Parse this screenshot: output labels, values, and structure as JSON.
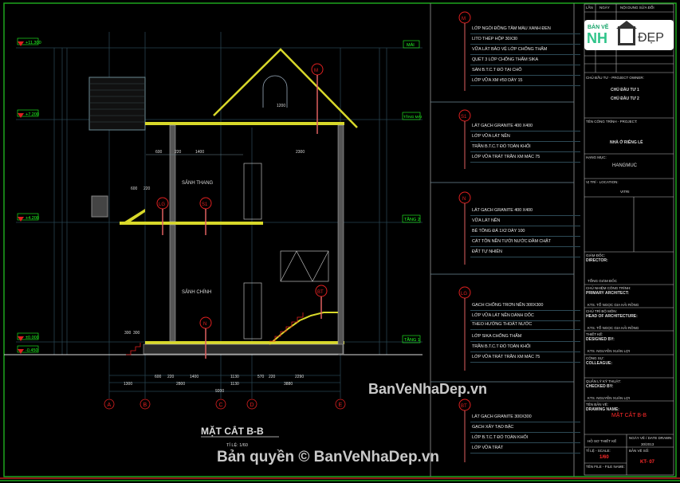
{
  "drawing": {
    "title": "MẶT CẮT B-B",
    "scale": "TỈ LỆ: 1/60",
    "levels_left": [
      "+11.300",
      "+7.200",
      "+4.200",
      "±0.000",
      "-0.450"
    ],
    "levels_right": [
      "MÁI",
      "TẦNG MÁI",
      "TẦNG 2",
      "TẦNG 1"
    ],
    "rooms": [
      "SẢNH THANG",
      "SẢNH CHÍNH"
    ],
    "axes": [
      "A",
      "B",
      "C",
      "D",
      "E"
    ],
    "callouts": [
      "M",
      "S1",
      "LG",
      "N",
      "BT"
    ],
    "dims_row1": [
      "600",
      "220",
      "1400",
      "1130",
      "570",
      "220",
      "2290"
    ],
    "dims_row2": [
      "1300",
      "2800",
      "1130",
      "3880"
    ],
    "dims_total": "9200",
    "dims_upper": [
      "600",
      "220",
      "1400",
      "2300"
    ],
    "dims_roof": [
      "1200"
    ],
    "dims_stair": [
      "600",
      "220"
    ],
    "dims_step": [
      "300",
      "300"
    ]
  },
  "notes": [
    {
      "tag": "M",
      "lines": [
        "LỚP NGÓI ĐỒNG TÂM MÀU XANH ĐEN",
        "LITO THÉP HỘP 30X30",
        "VỮA LÁT BẢO VỆ LỚP CHỐNG THẤM",
        "QUÉT 3 LỚP CHỐNG THẤM SIKA",
        "SÀN B.T.C.T ĐỔ TẠI CHỖ",
        "LỚP VỮA XM #50 DÀY 15"
      ]
    },
    {
      "tag": "S1",
      "lines": [
        "LÁT GẠCH GRANITE 400 X400",
        "LỚP VỮA LÁT NỀN",
        "TRẦN B.T.C.T ĐỔ TOÀN KHỐI",
        "LỚP VỮA TRÁT TRẦN XM MÁC 75"
      ]
    },
    {
      "tag": "N",
      "lines": [
        "LÁT GẠCH GRANITE 400 X400",
        "VỮA LÁT NỀN",
        "BÊ TÔNG ĐÁ 1X2 DÀY 100",
        "CÁT TÔN NỀN TƯỚI NƯỚC ĐẦM CHẶT",
        "ĐẤT TỰ NHIÊN"
      ]
    },
    {
      "tag": "LG",
      "lines": [
        "GẠCH CHỐNG TRƠN NỀN 300X300",
        "LỚP VỮA LÁT NỀN DÁNH DỐC",
        "THEO HƯỚNG THOÁT NƯỚC",
        "LỚP SIKA CHỐNG THẤM",
        "TRẦN B.T.C.T ĐỔ TOÀN KHỐI",
        "LỚP VỮA TRÁT TRẦN XM MÁC 75"
      ]
    },
    {
      "tag": "BT",
      "lines": [
        "LÁT GẠCH GRANITE 300X300",
        "GẠCH XÂY TẠO BẬC",
        "LỚP B.T.C.T ĐỔ TOÀN KHỐI",
        "LỚP VỮA TRÁT"
      ]
    }
  ],
  "title_block": {
    "revision_headers": [
      "LẦN",
      "NGÀY",
      "NỘI DUNG SỬA ĐỔI"
    ],
    "owner_label": "CHỦ ĐẦU TƯ - PROJECT OWNER:",
    "owner_values": [
      "CHỦ ĐẦU TƯ 1",
      "CHỦ ĐẦU TƯ 2"
    ],
    "project_label": "TÊN CÔNG TRÌNH - PROJECT:",
    "project_value": "NHÀ Ở RIÊNG LẺ",
    "item_label": "HẠNG MỤC:",
    "item_value": "HANGMUC",
    "location_label": "VỊ TRÍ - LOCATION:",
    "location_value": "VITRI",
    "director_label": "GIÁM ĐỐC:",
    "director_en": "DIRECTOR:",
    "director_name": "TỔNG GIÁM ĐỐC",
    "pm_label": "CHỦ NHIỆM CÔNG TRÌNH:",
    "pm_en": "PRIMARY ARCHITECT:",
    "pm_name": "KTS. TỔ NGỌC GIA HẢI RỒNG",
    "lead_label": "CHỦ TRÌ BỘ MÔN:",
    "lead_en": "HEAD OF ARCHITECTURE:",
    "lead_name": "KTS. TỔ NGỌC GIA HẢI RỒNG",
    "designer_label": "THIẾT KẾ:",
    "designer_en": "DESIGNED BY:",
    "designer_name": "KTS. NGUYỄN XUÂN LỢI",
    "drafter_label": "CỘNG SỰ:",
    "drafter_en": "COLLEAGUE:",
    "checker_label": "QUẢN LÝ KỸ THUẬT:",
    "checker_en": "CHECKED BY:",
    "checker_name": "KTS. NGUYỄN XUÂN LỢI",
    "drawing_label": "TÊN BẢN VẼ:",
    "drawing_en": "DRAWING NAME:",
    "drawing_name": "MẶT CẮT B-B",
    "file_label": "HỒ SƠ THIẾT KẾ",
    "date_label": "NGÀY VẼ / DATE DRAWN:",
    "date_value": "30/2013",
    "scale_label": "TỈ LỆ - SCALE:",
    "scale_value": "1/60",
    "sheet_label": "BẢN VẼ SỐ:",
    "sheet_value": "KT- 07",
    "filename_label": "TÊN FILE - FILE NAME:"
  },
  "logo": {
    "line1": "BẢN VẼ",
    "line2a": "NH",
    "line2b": "ĐẸP"
  },
  "watermarks": {
    "center": "BanVeNhaDep.vn",
    "bottom": "Bản quyền © BanVeNhaDep.vn"
  },
  "colors": {
    "frame_green": "#1ea61e",
    "tag_green": "#22ff22",
    "wall_yellow": "#d8d82a",
    "callout_red": "#e02020",
    "grid_line": "#27434f"
  }
}
